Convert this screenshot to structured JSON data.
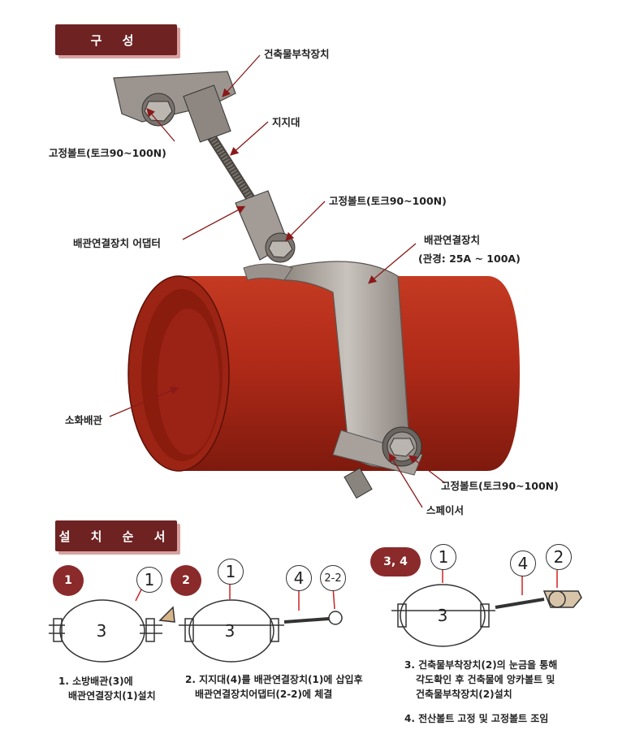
{
  "sections": {
    "composition_title": "구 성",
    "install_title": "설 치 순 서"
  },
  "labels": {
    "building_mount": "건축물부착장치",
    "support_rod": "지지대",
    "fix_bolt_top": "고정볼트(토크90~100N)",
    "fix_bolt_mid": "고정볼트(토크90~100N)",
    "adapter": "배관연결장치 어댑터",
    "pipe_connector": "배관연결장치",
    "pipe_size": "(관경: 25A ~ 100A)",
    "fire_pipe": "소화배관",
    "fix_bolt_bottom": "고정볼트(토크90~100N)",
    "spacer": "스페이서"
  },
  "steps": {
    "s1_badge": "1",
    "s2_badge": "2",
    "s34_badge": "3, 4",
    "s1_text_1": "1. 소방배관(3)에",
    "s1_text_2": "배관연결장치(1)설치",
    "s2_text_1": "2. 지지대(4)를 배관연결장치(1)에 삽입후",
    "s2_text_2": "배관연결장치어댑터(2-2)에 체결",
    "s3_text_1": "3. 건축물부착장치(2)의 눈금을 통해",
    "s3_text_2": "각도확인 후 건축물에 앙카볼트 및",
    "s3_text_3": "건축물부착장치(2)설치",
    "s4_text": "4. 전산볼트 고정 및 고정볼트 조임"
  },
  "part_numbers": {
    "d1_ring": "1",
    "d1_pipe": "3",
    "d2_ring": "1",
    "d2_pipe": "3",
    "d2_rod": "4",
    "d2_adapter": "2-2",
    "d3_ring": "1",
    "d3_pipe": "3",
    "d3_rod": "4",
    "d3_mount": "2"
  },
  "colors": {
    "tab": "#6e2222",
    "badge": "#8a2a2a",
    "pipe": "#b32a1a",
    "pipe_inner": "#8e1e10",
    "metal": "#a9a29c",
    "arrow": "#8a1a1a"
  }
}
